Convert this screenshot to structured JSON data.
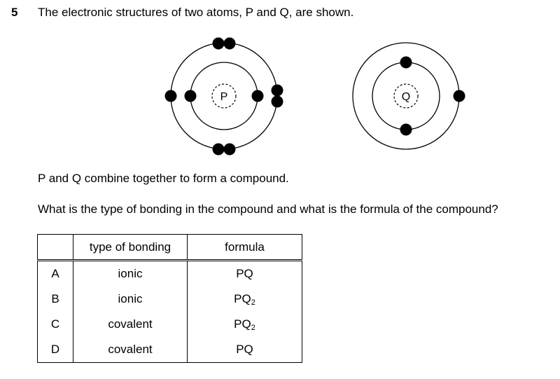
{
  "question": {
    "number": "5",
    "stem": "The electronic structures of two atoms, P and Q, are shown."
  },
  "diagram": {
    "atom_p_label": "P",
    "atom_q_label": "Q"
  },
  "text": {
    "line1": "P and Q combine together to form a compound.",
    "line2": "What is the type of bonding in the compound and what is the formula of the compound?"
  },
  "table": {
    "headers": [
      "",
      "type of bonding",
      "formula"
    ],
    "rows": [
      {
        "letter": "A",
        "bonding": "ionic",
        "formula_base": "PQ",
        "formula_sub": ""
      },
      {
        "letter": "B",
        "bonding": "ionic",
        "formula_base": "PQ",
        "formula_sub": "2"
      },
      {
        "letter": "C",
        "bonding": "covalent",
        "formula_base": "PQ",
        "formula_sub": "2"
      },
      {
        "letter": "D",
        "bonding": "covalent",
        "formula_base": "PQ",
        "formula_sub": ""
      }
    ]
  }
}
